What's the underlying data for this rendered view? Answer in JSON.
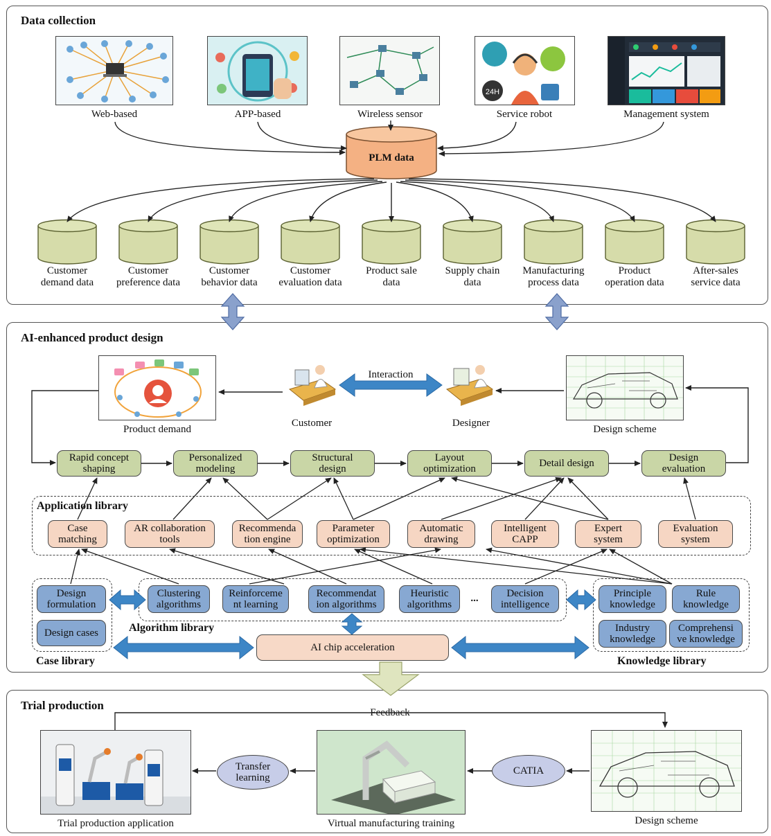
{
  "colors": {
    "process": "#c9d6a6",
    "application": "#f6d6c3",
    "algorithm": "#87a8d2",
    "plm": "#f4b183",
    "database": "#d6dcaa",
    "arrow_blue": "#3d86c6",
    "oval": "#c7cde8"
  },
  "data_collection": {
    "title": "Data collection",
    "sources": [
      {
        "label": "Web-based",
        "icon": "network-hub-icon"
      },
      {
        "label": "APP-based",
        "icon": "smartphone-app-icon"
      },
      {
        "label": "Wireless sensor",
        "icon": "sensor-network-icon"
      },
      {
        "label": "Service robot",
        "icon": "customer-service-icon"
      },
      {
        "label": "Management system",
        "icon": "dashboard-icon"
      }
    ],
    "hub": "PLM data",
    "databases": [
      {
        "l1": "Customer",
        "l2": "demand data"
      },
      {
        "l1": "Customer",
        "l2": "preference data"
      },
      {
        "l1": "Customer",
        "l2": "behavior data"
      },
      {
        "l1": "Customer",
        "l2": "evaluation data"
      },
      {
        "l1": "Product sale",
        "l2": "data"
      },
      {
        "l1": "Supply chain",
        "l2": "data"
      },
      {
        "l1": "Manufacturing",
        "l2": "process data"
      },
      {
        "l1": "Product",
        "l2": "operation data"
      },
      {
        "l1": "After-sales",
        "l2": "service data"
      }
    ]
  },
  "design": {
    "title": "AI-enhanced product design",
    "product_demand": "Product demand",
    "customer": "Customer",
    "designer": "Designer",
    "interaction": "Interaction",
    "design_scheme": "Design scheme",
    "process": [
      {
        "l1": "Rapid concept",
        "l2": "shaping"
      },
      {
        "l1": "Personalized",
        "l2": "modeling"
      },
      {
        "l1": "Structural",
        "l2": "design"
      },
      {
        "l1": "Layout",
        "l2": "optimization"
      },
      {
        "l1": "Detail design",
        "l2": ""
      },
      {
        "l1": "Design",
        "l2": "evaluation"
      }
    ],
    "application_library": "Application library",
    "applications": [
      {
        "l1": "Case",
        "l2": "matching"
      },
      {
        "l1": "AR collaboration",
        "l2": "tools"
      },
      {
        "l1": "Recommenda",
        "l2": "tion engine"
      },
      {
        "l1": "Parameter",
        "l2": "optimization"
      },
      {
        "l1": "Automatic",
        "l2": "drawing"
      },
      {
        "l1": "Intelligent",
        "l2": "CAPP"
      },
      {
        "l1": "Expert",
        "l2": "system"
      },
      {
        "l1": "Evaluation",
        "l2": "system"
      }
    ],
    "case_library": "Case library",
    "cases": [
      {
        "l1": "Design",
        "l2": "formulation"
      },
      {
        "l1": "Design cases",
        "l2": ""
      }
    ],
    "algorithm_library": "Algorithm library",
    "algorithms": [
      {
        "l1": "Clustering",
        "l2": "algorithms"
      },
      {
        "l1": "Reinforceme",
        "l2": "nt learning"
      },
      {
        "l1": "Recommendat",
        "l2": "ion algorithms"
      },
      {
        "l1": "Heuristic",
        "l2": "algorithms"
      },
      {
        "l1": "Decision",
        "l2": "intelligence"
      }
    ],
    "ellipsis": "...",
    "knowledge_library": "Knowledge library",
    "knowledge": [
      {
        "l1": "Principle",
        "l2": "knowledge"
      },
      {
        "l1": "Rule",
        "l2": "knowledge"
      },
      {
        "l1": "Industry",
        "l2": "knowledge"
      },
      {
        "l1": "Comprehensi",
        "l2": "ve knowledge"
      }
    ],
    "chip": "AI chip acceleration"
  },
  "trial": {
    "title": "Trial production",
    "feedback": "Feedback",
    "trial_app": "Trial production application",
    "transfer": {
      "l1": "Transfer",
      "l2": "learning"
    },
    "virtual": "Virtual manufacturing training",
    "catia": "CATIA",
    "design_scheme": "Design scheme"
  }
}
